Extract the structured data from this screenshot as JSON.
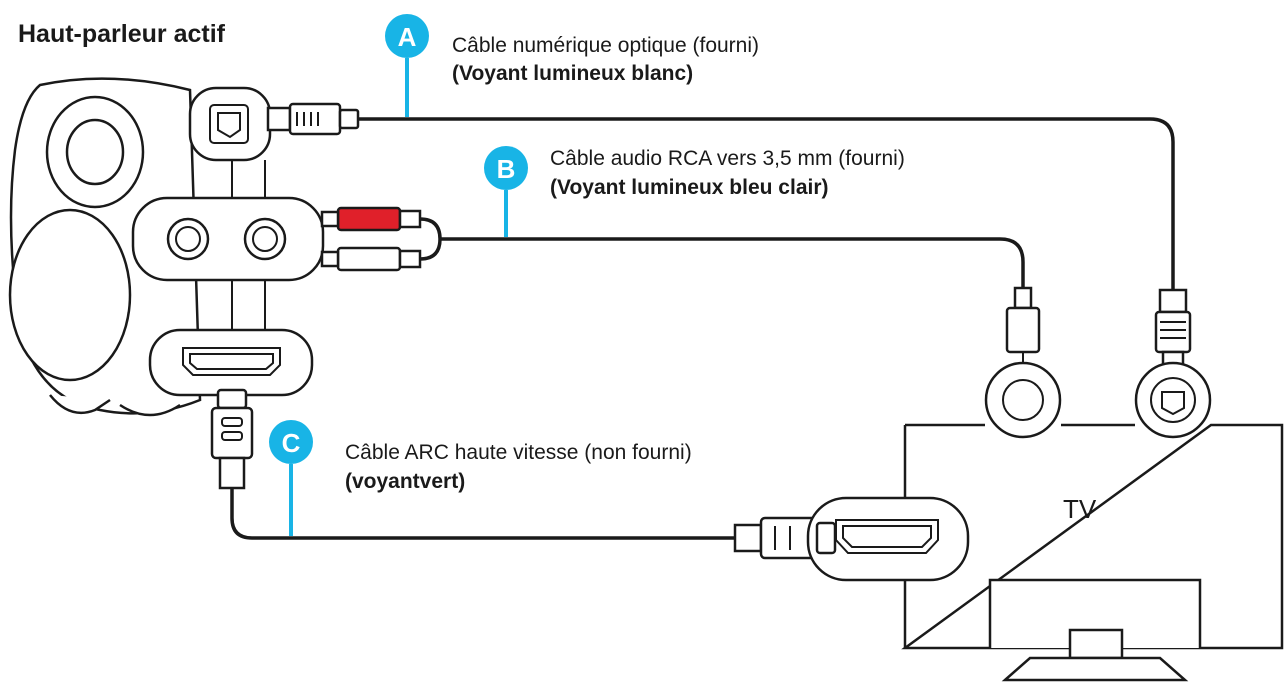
{
  "title": "Haut-parleur actif",
  "colors": {
    "accent": "#18b4e6",
    "rca_red": "#e0202a",
    "outline": "#1a1a1a"
  },
  "connections": [
    {
      "letter": "A",
      "cable": "Câble numérique optique (fourni)",
      "indicator": "(Voyant lumineux blanc)"
    },
    {
      "letter": "B",
      "cable": "Câble audio RCA vers 3,5 mm (fourni)",
      "indicator": "(Voyant lumineux bleu clair)"
    },
    {
      "letter": "C",
      "cable": "Câble ARC haute vitesse (non fourni)",
      "indicator": "(voyantvert)"
    }
  ],
  "tv_label": "TV"
}
